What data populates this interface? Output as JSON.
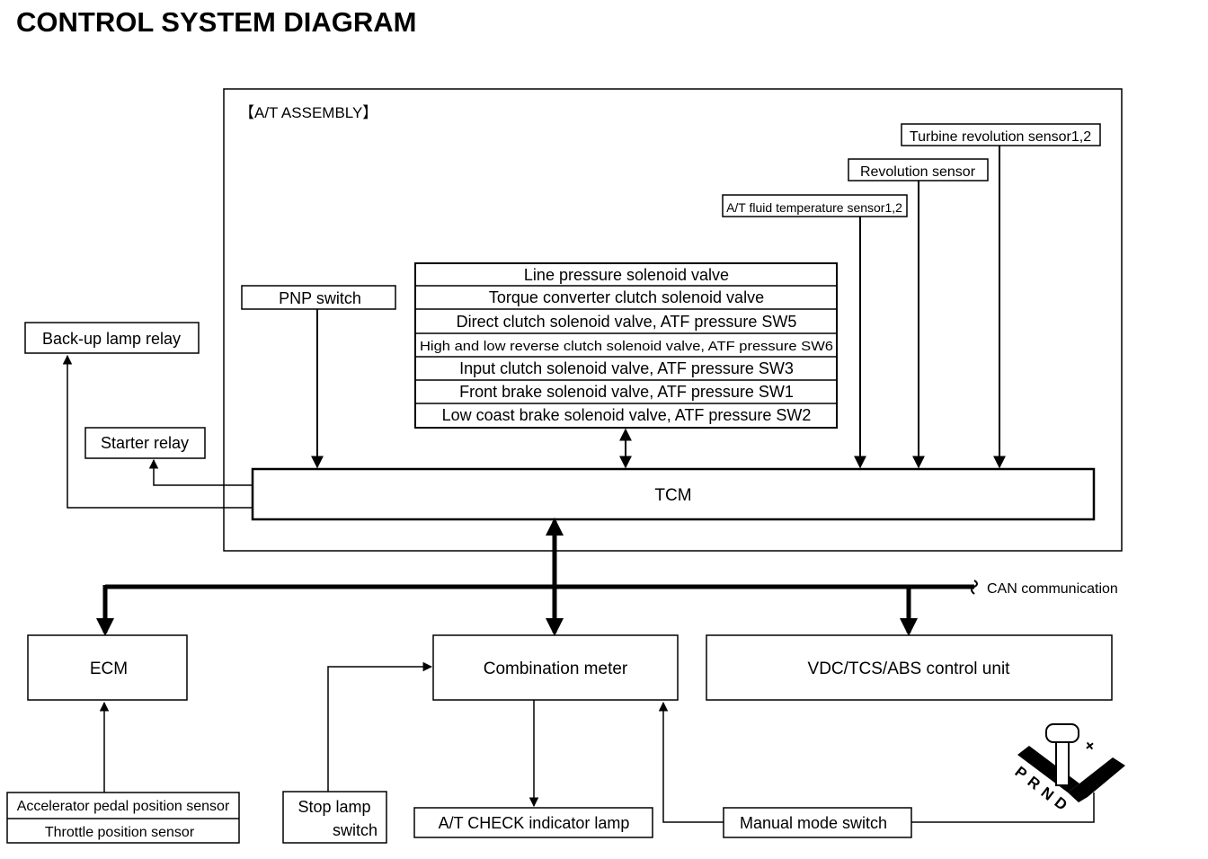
{
  "title": "CONTROL SYSTEM DIAGRAM",
  "assembly_label": "【A/T ASSEMBLY】",
  "sensors": {
    "turbine": "Turbine revolution sensor1,2",
    "revolution": "Revolution sensor",
    "fluid_temp": "A/T fluid temperature sensor1,2"
  },
  "pnp_switch": "PNP switch",
  "solenoids": [
    "Line pressure solenoid valve",
    "Torque converter clutch solenoid valve",
    "Direct clutch solenoid valve, ATF pressure SW5",
    "High and low reverse clutch solenoid valve, ATF pressure SW6",
    "Input clutch solenoid valve, ATF pressure SW3",
    "Front brake solenoid valve, ATF pressure SW1",
    "Low coast brake solenoid valve, ATF pressure SW2"
  ],
  "backup_lamp_relay": "Back-up lamp relay",
  "starter_relay": "Starter relay",
  "tcm": "TCM",
  "can_label": "CAN communication",
  "ecm": "ECM",
  "combination_meter": "Combination meter",
  "vdc_unit": "VDC/TCS/ABS control unit",
  "accel_sensor": "Accelerator pedal position sensor",
  "throttle_sensor": "Throttle position sensor",
  "stop_lamp_switch": [
    "Stop lamp",
    "switch"
  ],
  "check_lamp": "A/T CHECK indicator lamp",
  "manual_mode_switch": "Manual mode switch",
  "shifter": {
    "positions": [
      "P",
      "R",
      "N",
      "D"
    ],
    "plus": "+",
    "minus": "−"
  }
}
